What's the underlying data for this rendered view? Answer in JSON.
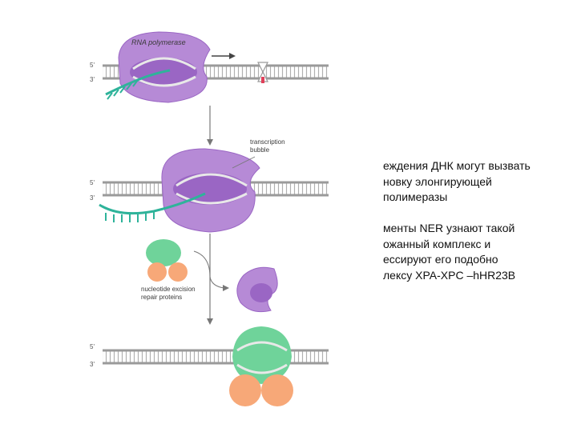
{
  "diagram": {
    "rna_polymerase_label": "RNA polymerase",
    "transcription_bubble_label": [
      "transcription",
      "bubble"
    ],
    "ner_label": [
      "nucleotide excision",
      "repair proteins"
    ],
    "strand_5": "5'",
    "strand_3": "3'",
    "colors": {
      "polymerase": "#b68ad6",
      "polymerase_dark": "#9a66c4",
      "rna": "#2eb39a",
      "xpc": "#6fd39a",
      "xpa": "#f7a878",
      "dna": "#9a9a9a",
      "damage": "#e0405a"
    }
  },
  "paragraphs": [
    [
      "еждения ДНК могут вызвать",
      "новку элонгирующей",
      "полимеразы"
    ],
    [
      "менты NER узнают такой",
      "ожанный комплекс и",
      "ессируют его подобно",
      "лексу XPA-XPC –hHR23B"
    ]
  ]
}
